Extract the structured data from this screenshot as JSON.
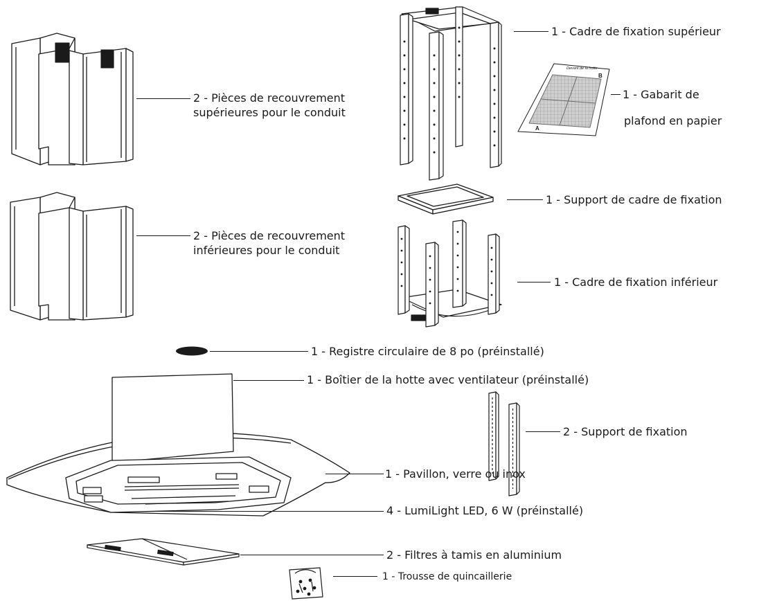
{
  "colors": {
    "line": "#1a1a1a",
    "fill": "#ffffff",
    "template_grid": "#8a8a8a"
  },
  "parts": {
    "upper_covers": {
      "line1": "2 - Pièces de recouvrement",
      "line2": "supérieures pour le conduit"
    },
    "lower_covers": {
      "line1": "2 - Pièces de recouvrement",
      "line2": "inférieures pour le conduit"
    },
    "upper_frame": "1 - Cadre de fixation supérieur",
    "template": {
      "line1": "1 - Gabarit de",
      "line2": "plafond en papier"
    },
    "template_print": {
      "title": "Devant de la hotte",
      "letter_a": "A",
      "letter_b": "B"
    },
    "frame_support": "1 - Support de cadre de fixation",
    "lower_frame": "1 - Cadre de fixation inférieur",
    "damper": "1 - Registre circulaire de 8 po (préinstallé)",
    "housing": "1 - Boîtier de la hotte avec ventilateur (préinstallé)",
    "brackets": "2 - Support de fixation",
    "canopy": "1 - Pavillon, verre ou inox",
    "leds": "4 - LumiLight LED, 6 W (préinstallé)",
    "filters": "2 - Filtres à tamis en aluminium",
    "hardware": "1 - Trousse de quincaillerie"
  }
}
